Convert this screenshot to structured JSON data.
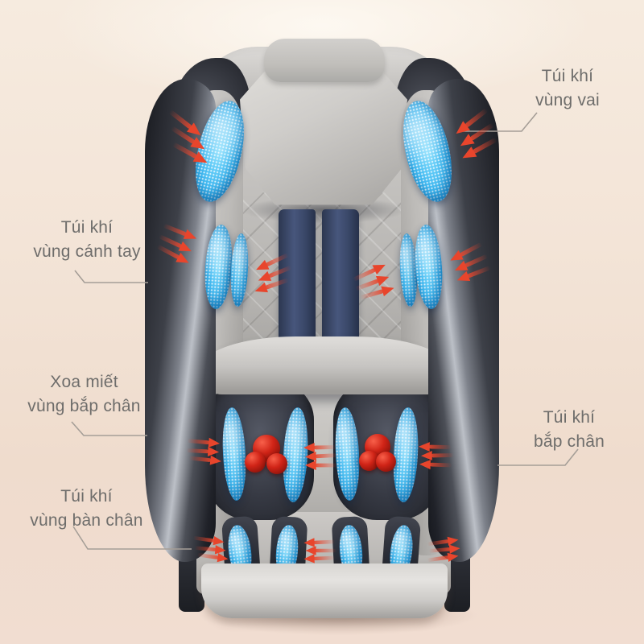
{
  "annotations": {
    "shoulder_airbag": {
      "line1": "Túi khí",
      "line2": "vùng vai"
    },
    "arm_airbag": {
      "line1": "Túi khí",
      "line2": "vùng cánh tay"
    },
    "calf_kneading": {
      "line1": "Xoa miết",
      "line2": "vùng bắp chân"
    },
    "foot_airbag": {
      "line1": "Túi khí",
      "line2": "vùng bàn chân"
    },
    "calf_airbag": {
      "line1": "Túi khí",
      "line2": "bắp chân"
    }
  },
  "colors": {
    "background": "#f2e4d7",
    "chair_light_gray": "#c6c4c1",
    "chair_dark_charcoal": "#2b2d34",
    "metal_highlight": "#bcc0c7",
    "stripe_navy": "#3e4c70",
    "airbag_blue": "#3cb6f0",
    "massage_ball_red": "#c21a10",
    "motion_arrow_red": "#e8452c",
    "label_text": "#6e6d6b",
    "leader_line": "#a59e97"
  }
}
